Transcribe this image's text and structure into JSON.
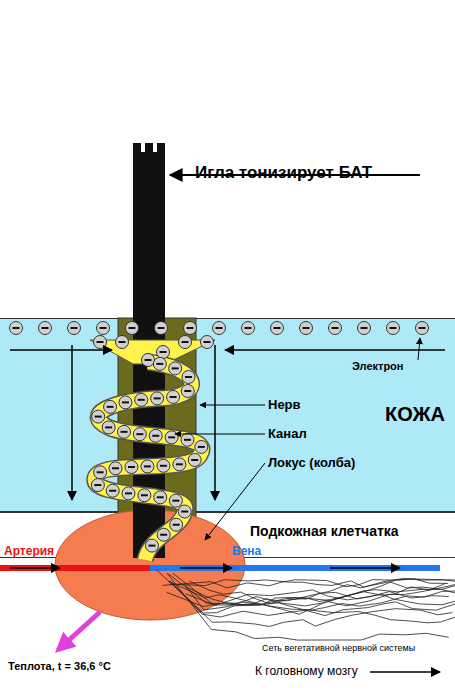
{
  "diagram": {
    "nodes": [
      {
        "text": [
          "КОЖА"
        ]
      },
      {
        "text": [
          "Подкожная клетчатка"
        ]
      }
    ],
    "labels": [
      "Игла тонизирует БАТ",
      "Электрон",
      "Нерв",
      "Канал",
      "Локус (колба)",
      "Артерия",
      "Вена",
      "Теплота, t = 36,6 °C",
      "Сеть вегетативной нервной системы",
      "К головному мозгу"
    ]
  }
}
